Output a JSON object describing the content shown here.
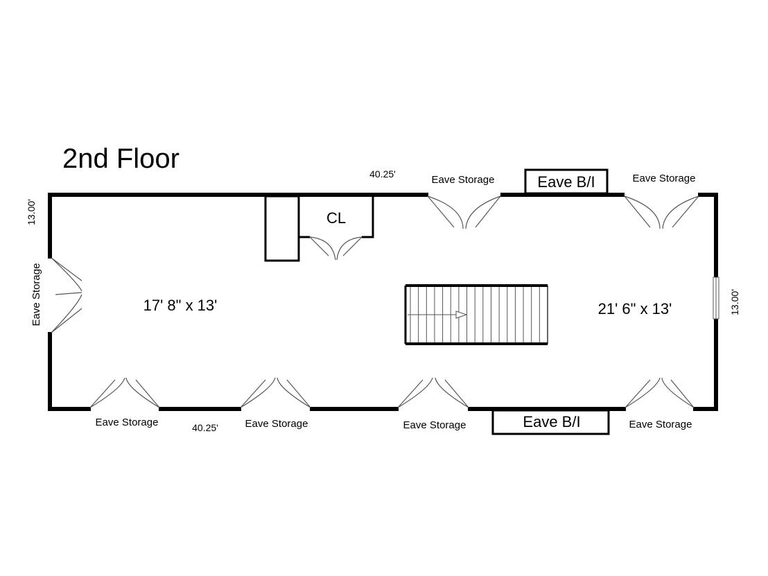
{
  "title": "2nd Floor",
  "rooms": {
    "left": "17' 8\" x 13'",
    "right": "21' 6\" x 13'",
    "closet": "CL"
  },
  "dimensions": {
    "top": "40.25'",
    "bottom": "40.25'",
    "left": "13.00'",
    "right": "13.00'"
  },
  "labels": {
    "eave_storage": "Eave Storage",
    "eave_bi": "Eave B/I"
  }
}
